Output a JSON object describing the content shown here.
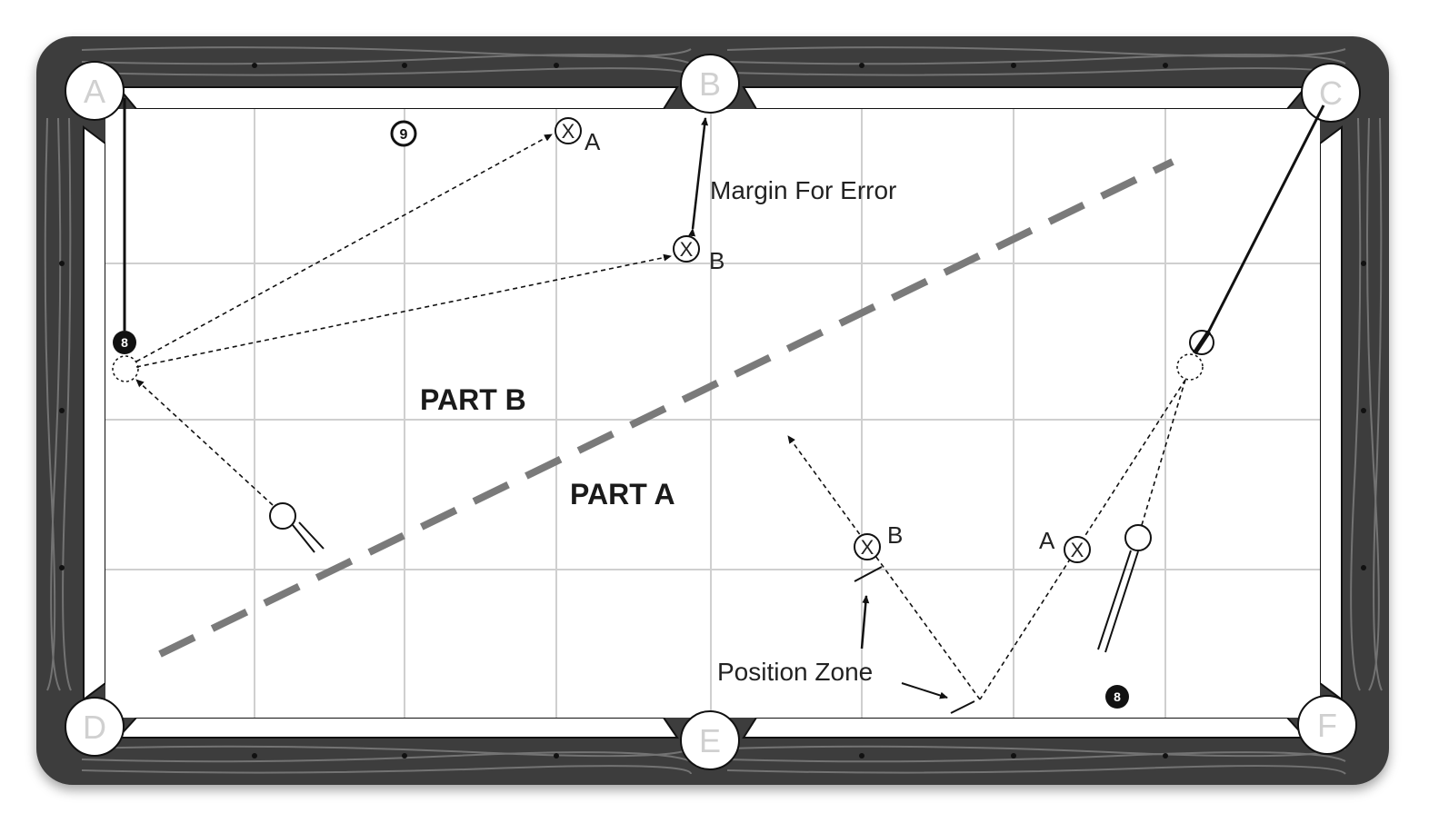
{
  "pockets": {
    "top_left": "A",
    "top_middle": "B",
    "top_right": "C",
    "bottom_left": "D",
    "bottom_middle": "E",
    "bottom_right": "F"
  },
  "labels": {
    "margin_for_error": "Margin For Error",
    "position_zone": "Position Zone",
    "part_a": "PART A",
    "part_b": "PART B"
  },
  "balls": {
    "nine_ball": "9",
    "eight_ball_left": "8",
    "eight_ball_bottom": "8"
  },
  "targets": {
    "mark": "X",
    "left_a": "A",
    "left_b": "B",
    "right_a": "A",
    "right_b": "B"
  },
  "colors": {
    "rail_wood": "#4a4a4a",
    "cloth": "#ffffff",
    "grid": "#cfcfcf",
    "divider": "#7a7a7a",
    "ball": "#111111"
  }
}
